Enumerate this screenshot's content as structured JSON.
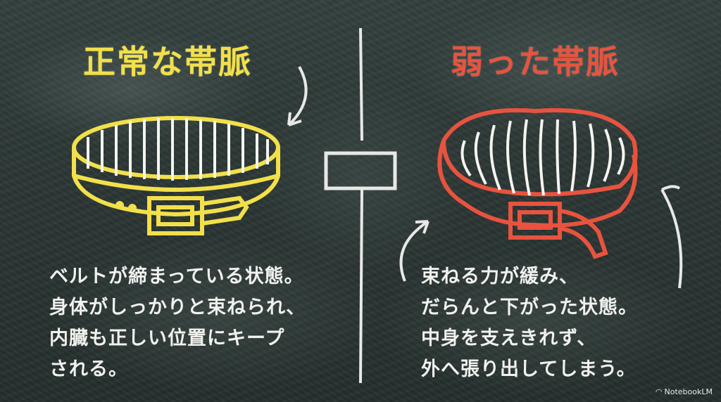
{
  "left": {
    "title": "正常な帯脈",
    "lines": [
      "ベルトが締まっている状態。",
      "身体がしっかりと束ねられ、",
      "内臓も正しい位置にキープ",
      "される。"
    ],
    "color": "#f2e04a"
  },
  "right": {
    "title": "弱った帯脈",
    "lines": [
      "束ねる力が緩み、",
      "だらんと下がった状態。",
      "中身を支えきれず、",
      "外へ張り出してしまう。"
    ],
    "color": "#e8533f"
  },
  "watermark": "NotebookLM"
}
